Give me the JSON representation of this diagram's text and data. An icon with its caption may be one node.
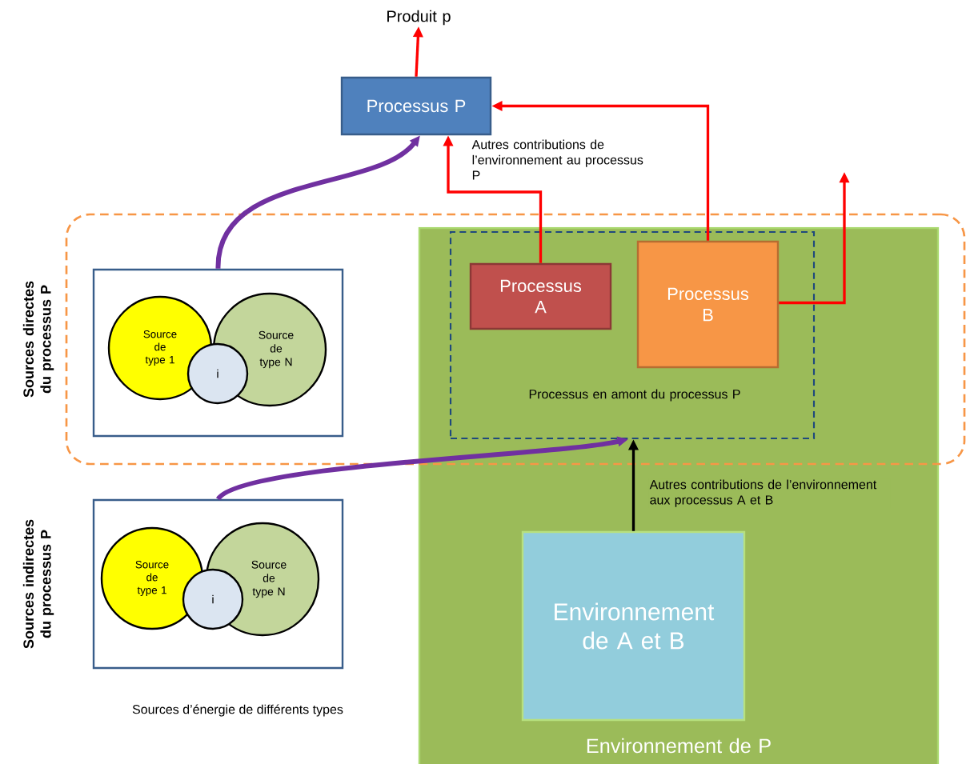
{
  "diagram": {
    "nodes": [
      {
        "text": [
          "Produit p"
        ]
      },
      {
        "text": [
          "Processus P"
        ]
      },
      {
        "text": [
          "Sources directes du processus P"
        ]
      },
      {
        "text": [
          "Environnement de P"
        ]
      },
      {
        "text": [
          "Processus en amont du processus P"
        ]
      },
      {
        "text": [
          "Processus A"
        ],
        "in": 4
      },
      {
        "text": [
          "Processus B"
        ],
        "in": 4
      },
      {
        "text": [
          "Environnement de A et B"
        ],
        "in": 3
      },
      {
        "text": [],
        "shape": "box",
        "in": 2
      },
      {
        "text": [
          "Source de type 1"
        ],
        "in": 8
      },
      {
        "text": [
          "Source de type N"
        ],
        "in": 8
      },
      {
        "text": [
          "i"
        ],
        "in": 8
      },
      {
        "text": [],
        "shape": "box",
        "beside": [
          "Sources indirectes du processus P"
        ]
      },
      {
        "text": [
          "Source de type 1"
        ],
        "in": 12
      },
      {
        "text": [
          "Source de type N"
        ],
        "in": 12
      },
      {
        "text": [
          "i"
        ],
        "in": 12
      }
    ],
    "edges": [
      {
        "from": 1,
        "to": 0,
        "arrow": "to"
      },
      {
        "from": 8,
        "to": 1,
        "arrow": "to",
        "style": "thick",
        "color": "#7030a0"
      },
      {
        "from": 5,
        "to": 1,
        "arrow": "to",
        "label": "Autres contributions de l’environnement au processus P"
      },
      {
        "from": 6,
        "to": 1,
        "arrow": "to"
      },
      {
        "from": 6,
        "to": null,
        "arrow": "to"
      },
      {
        "from": 12,
        "to": 4,
        "arrow": "to",
        "style": "thick",
        "color": "#7030a0"
      },
      {
        "from": 7,
        "to": 4,
        "arrow": "to",
        "color": "#000000",
        "label": "Autres contributions de l’environnement aux processus A et B"
      }
    ],
    "labels": [
      "Sources d’énergie de différents types"
    ]
  }
}
